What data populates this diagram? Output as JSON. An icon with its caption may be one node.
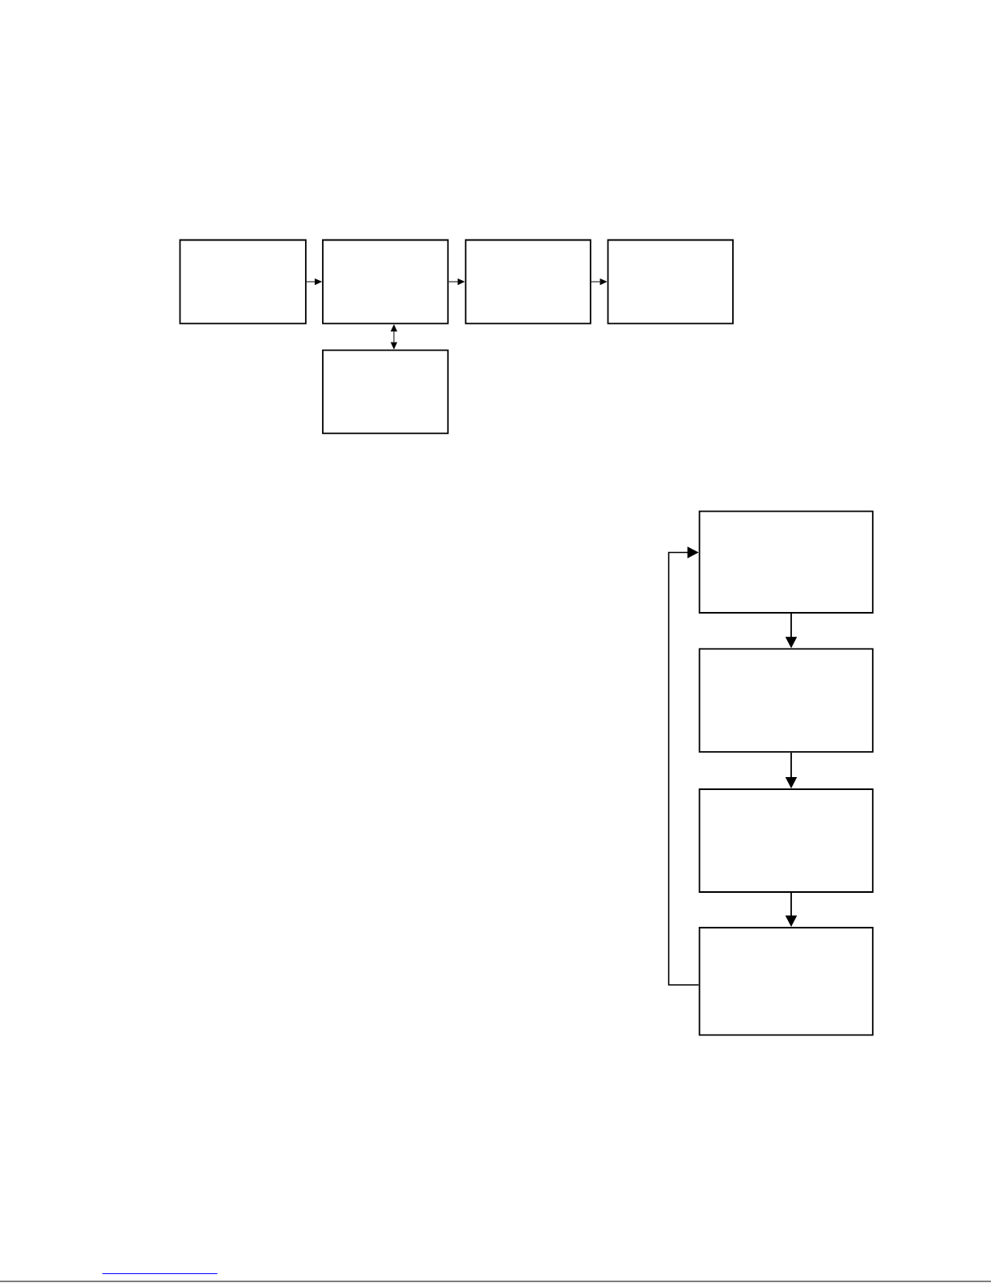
{
  "diagram": {
    "nodes": [
      {
        "text": [],
        "shape": "box"
      },
      {
        "text": [],
        "shape": "box"
      },
      {
        "text": [],
        "shape": "box"
      },
      {
        "text": [],
        "shape": "box"
      },
      {
        "text": [],
        "shape": "box"
      },
      {
        "text": [],
        "shape": "box"
      },
      {
        "text": [],
        "shape": "box"
      },
      {
        "text": [],
        "shape": "box"
      },
      {
        "text": [],
        "shape": "box"
      }
    ],
    "edges": [
      {
        "from": 0,
        "to": 1,
        "arrow": "to"
      },
      {
        "from": 1,
        "to": 2,
        "arrow": "to"
      },
      {
        "from": 2,
        "to": 3,
        "arrow": "to"
      },
      {
        "from": 1,
        "to": 4,
        "arrow": "both"
      },
      {
        "from": 5,
        "to": 6,
        "arrow": "to"
      },
      {
        "from": 6,
        "to": 7,
        "arrow": "to"
      },
      {
        "from": 7,
        "to": 8,
        "arrow": "to"
      },
      {
        "from": 8,
        "to": 5,
        "arrow": "to"
      }
    ]
  }
}
